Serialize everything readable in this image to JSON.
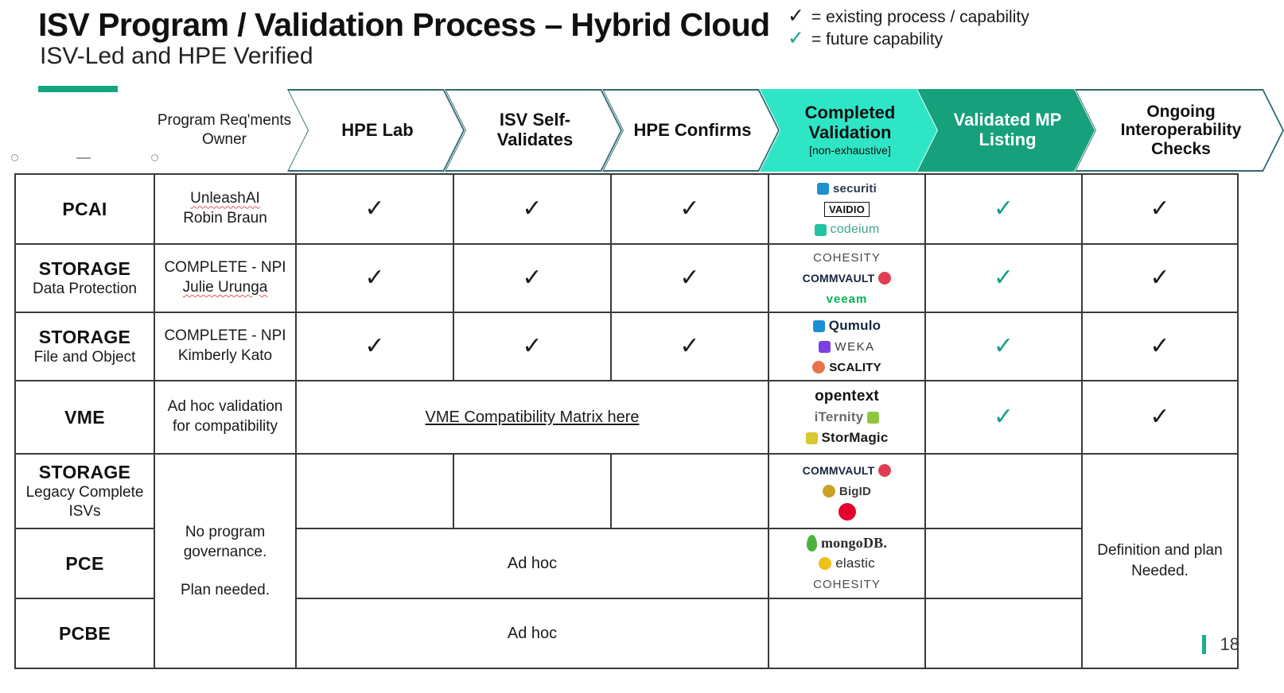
{
  "title": "ISV Program / Validation Process – Hybrid Cloud",
  "subtitle": "ISV-Led and HPE Verified",
  "legend": [
    {
      "icon": "check-black",
      "text": "= existing process / capability",
      "color": "#1a1a1a"
    },
    {
      "icon": "check-green",
      "text": "= future capability",
      "color": "#16A085"
    }
  ],
  "columns": {
    "category": "",
    "owner": "Program Req'ments\nOwner",
    "owner_line1": "Program Req'ments",
    "owner_line2": "Owner",
    "stages": [
      {
        "label": "HPE Lab",
        "sub": "",
        "fill": "#ffffff",
        "text": "#111111",
        "stroke": "#2F6A72"
      },
      {
        "label": "ISV Self-\nValidates",
        "l1": "ISV Self-",
        "l2": "Validates",
        "sub": "",
        "fill": "#ffffff",
        "text": "#111111",
        "stroke": "#2F6A72"
      },
      {
        "label": "HPE Confirms",
        "sub": "",
        "fill": "#ffffff",
        "text": "#111111",
        "stroke": "#2F6A72"
      },
      {
        "label": "Completed\nValidation",
        "l1": "Completed",
        "l2": "Validation",
        "sub": "[non-exhaustive]",
        "fill": "#2EE6C6",
        "text": "#111111",
        "stroke": "#2EE6C6"
      },
      {
        "label": "Validated MP\nListing",
        "l1": "Validated MP",
        "l2": "Listing",
        "sub": "",
        "fill": "#16A07C",
        "text": "#ffffff",
        "stroke": "#16A07C"
      },
      {
        "label": "Ongoing\nInteroperability\nChecks",
        "l1": "Ongoing",
        "l2": "Interoperability",
        "l3": "Checks",
        "sub": "",
        "fill": "#ffffff",
        "text": "#111111",
        "stroke": "#2F6A72"
      }
    ]
  },
  "rows": [
    {
      "category_main": "PCAI",
      "category_sub": "",
      "owner_line1": "UnleashAI",
      "owner_line2": "Robin Braun",
      "owner_misspelled": true,
      "hpe_lab": "check-black",
      "isv_self": "check-black",
      "hpe_confirms": "check-black",
      "validated_mp": "check-green",
      "ongoing": "check-black",
      "logos": [
        {
          "name": "securiti",
          "text": "securiti",
          "text_color": "#2b3a4a",
          "mark": "square",
          "mark_color": "#1E90D2"
        },
        {
          "name": "vaidio",
          "text": "VAIDIO",
          "text_color": "#111111",
          "mark": "box",
          "mark_color": "#111111"
        },
        {
          "name": "codeium",
          "text": "codeium",
          "text_color": "#3aa68f",
          "mark": "square",
          "mark_color": "#22C3A0"
        }
      ]
    },
    {
      "category_main": "STORAGE",
      "category_sub": "Data Protection",
      "owner_line1": "COMPLETE - NPI",
      "owner_line2": "Julie Urunga",
      "owner_misspelled": true,
      "hpe_lab": "check-black",
      "isv_self": "check-black",
      "hpe_confirms": "check-black",
      "validated_mp": "check-green",
      "ongoing": "check-black",
      "logos": [
        {
          "name": "cohesity",
          "text": "COHESITY",
          "text_color": "#4a4a4a",
          "mark": "none",
          "mark_color": "#7BC043"
        },
        {
          "name": "commvault",
          "text": "COMMVAULT",
          "text_color": "#17243E",
          "mark": "circ",
          "mark_color": "#E03C52"
        },
        {
          "name": "veeam",
          "text": "veeam",
          "text_color": "#00B159",
          "mark": "none",
          "mark_color": "#00B159"
        }
      ]
    },
    {
      "category_main": "STORAGE",
      "category_sub": "File and Object",
      "owner_line1": "COMPLETE - NPI",
      "owner_line2": "Kimberly Kato",
      "owner_misspelled": false,
      "hpe_lab": "check-black",
      "isv_self": "check-black",
      "hpe_confirms": "check-black",
      "validated_mp": "check-green",
      "ongoing": "check-black",
      "logos": [
        {
          "name": "qumulo",
          "text": "Qumulo",
          "text_color": "#16253E",
          "mark": "square",
          "mark_color": "#1B8FD4"
        },
        {
          "name": "weka",
          "text": "WEKA",
          "text_color": "#3a3a3a",
          "mark": "square",
          "mark_color": "#7B3FE4"
        },
        {
          "name": "scality",
          "text": "SCALITY",
          "text_color": "#111111",
          "mark": "circ",
          "mark_color": "#E8734A"
        }
      ]
    },
    {
      "category_main": "VME",
      "category_sub": "",
      "owner_line1": "Ad hoc validation",
      "owner_line2": "for compatibility",
      "owner_misspelled": false,
      "span_link": "VME Compatibility Matrix here",
      "validated_mp": "check-green",
      "ongoing": "check-black",
      "logos": [
        {
          "name": "opentext",
          "text": "opentext",
          "text_color": "#111111",
          "mark": "none",
          "mark_color": "#111111"
        },
        {
          "name": "iternity",
          "text": "iTernity",
          "text_color": "#6b6b6b",
          "mark": "square",
          "mark_color": "#8CC63F"
        },
        {
          "name": "stormagic",
          "text": "StorMagic",
          "text_color": "#1a1a1a",
          "mark": "square",
          "mark_color": "#D8C832"
        }
      ]
    },
    {
      "category_main": "STORAGE",
      "category_sub": "Legacy Complete\nISVs",
      "category_sub_l1": "Legacy Complete",
      "category_sub_l2": "ISVs",
      "hpe_lab": "",
      "isv_self": "",
      "hpe_confirms": "",
      "validated_mp": "",
      "logos": [
        {
          "name": "commvault",
          "text": "COMMVAULT",
          "text_color": "#17243E",
          "mark": "circ",
          "mark_color": "#E03C52"
        },
        {
          "name": "bigid",
          "text": "BigID",
          "text_color": "#3a3a3a",
          "mark": "circ",
          "mark_color": "#C9A227"
        },
        {
          "name": "f5",
          "text": "f5",
          "text_color": "#ffffff",
          "mark": "circ-f5",
          "mark_color": "#E4002B"
        }
      ]
    },
    {
      "category_main": "PCE",
      "category_sub": "",
      "span_adhoc": "Ad hoc",
      "validated_mp": "",
      "logos": [
        {
          "name": "mongodb",
          "text": "mongoDB.",
          "text_color": "#2a2a2a",
          "mark": "leaf",
          "mark_color": "#4DB33D"
        },
        {
          "name": "elastic",
          "text": "elastic",
          "text_color": "#2a2a2a",
          "mark": "circ",
          "mark_color": "#F0BF1A"
        },
        {
          "name": "cohesity",
          "text": "COHESITY",
          "text_color": "#4a4a4a",
          "mark": "none",
          "mark_color": "#7BC043"
        }
      ]
    },
    {
      "category_main": "PCBE",
      "category_sub": "",
      "span_adhoc": "Ad hoc",
      "validated_mp": "",
      "logos": []
    }
  ],
  "merged": {
    "owner_no_governance_l1": "No program",
    "owner_no_governance_l2": "governance.",
    "owner_no_governance_l3": "Plan needed.",
    "ongoing_definition_l1": "Definition and plan",
    "ongoing_definition_l2": "Needed."
  },
  "slide_number": "18",
  "theme": {
    "accent_green": "#12A77E",
    "chevron_stroke": "#2F6A72",
    "chevron_bright": "#2EE6C6",
    "chevron_dark": "#16A07C",
    "check_green": "#14A085",
    "border": "#3a3a3a"
  }
}
